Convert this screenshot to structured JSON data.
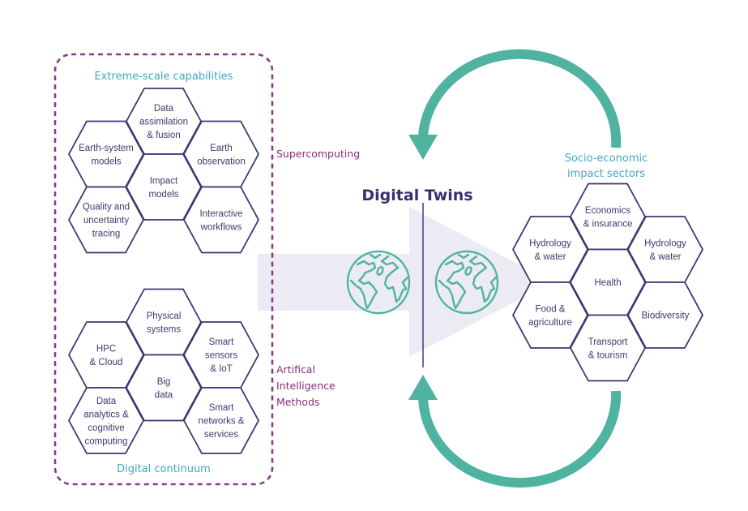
{
  "colors": {
    "hex_stroke": "#3d3773",
    "hex_text": "#3b3a6e",
    "section_title": "#3fa9c3",
    "side_label": "#8b2c7e",
    "dashed_border": "#8b3a8a",
    "main_title": "#3a2f72",
    "teal_arrow": "#4fb3a0",
    "big_arrow_fill": "#ecebf4",
    "divider_line": "#4a448a"
  },
  "left_panel": {
    "top_title": "Extreme-scale capabilities",
    "bottom_title": "Digital continuum",
    "top_cluster": [
      {
        "lines": [
          "Data",
          "assimilation",
          "& fusion"
        ]
      },
      {
        "lines": [
          "Earth-system",
          "models"
        ]
      },
      {
        "lines": [
          "Earth",
          "observation"
        ]
      },
      {
        "lines": [
          "Impact",
          "models"
        ]
      },
      {
        "lines": [
          "Quality and",
          "uncertainty",
          "tracing"
        ]
      },
      {
        "lines": [
          "Interactive",
          "workflows"
        ]
      }
    ],
    "bottom_cluster": [
      {
        "lines": [
          "Physical",
          "systems"
        ]
      },
      {
        "lines": [
          "HPC",
          "& Cloud"
        ]
      },
      {
        "lines": [
          "Smart",
          "sensors",
          "& IoT"
        ]
      },
      {
        "lines": [
          "Big",
          "data"
        ]
      },
      {
        "lines": [
          "Data",
          "analytics &",
          "cognitive",
          "computing"
        ]
      },
      {
        "lines": [
          "Smart",
          "networks &",
          "services"
        ]
      }
    ]
  },
  "side_labels": {
    "supercomputing": [
      "Supercomputing"
    ],
    "ai": [
      "Artifical",
      "Intelligence",
      "Methods"
    ]
  },
  "center": {
    "title": "Digital Twins",
    "icons": [
      "globe-icon",
      "globe-icon"
    ]
  },
  "right_panel": {
    "title_lines": [
      "Socio-economic",
      "impact sectors"
    ],
    "cluster": [
      {
        "lines": [
          "Economics",
          "& insurance"
        ]
      },
      {
        "lines": [
          "Hydrology",
          "& water"
        ]
      },
      {
        "lines": [
          "Hydrology",
          "& water"
        ]
      },
      {
        "lines": [
          "Health"
        ]
      },
      {
        "lines": [
          "Food &",
          "agriculture"
        ]
      },
      {
        "lines": [
          "Biodiversity"
        ]
      },
      {
        "lines": [
          "Transport",
          "& tourism"
        ]
      }
    ]
  }
}
